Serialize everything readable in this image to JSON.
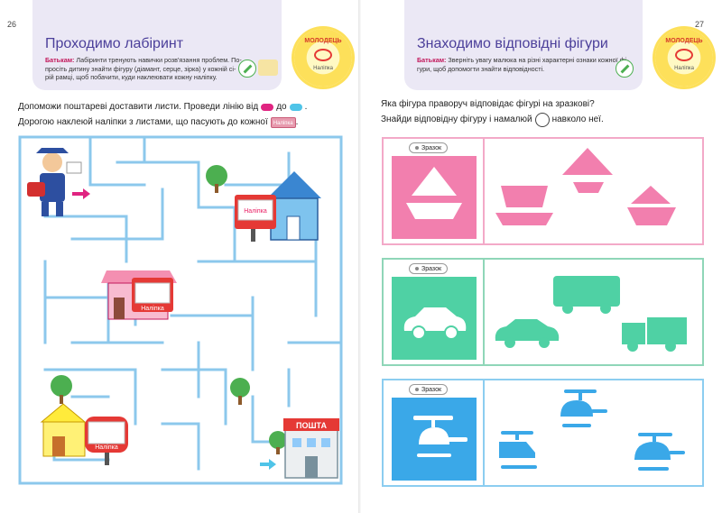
{
  "left_page": {
    "page_number": "26",
    "title": "Проходимо лабіринт",
    "parent_note": {
      "label": "Батькам:",
      "lines": [
        "Лабіринти тренують навички розв'язання проблем. По-",
        "просіть дитину знайти фігуру (діамант, серце, зірка) у кожній сі-",
        "рій рамці, щоб побачити, куди наклеювати кожну наліпку."
      ]
    },
    "badge": {
      "top": "МОЛОДЕЦЬ",
      "bottom": "Наліпка"
    },
    "instruction": {
      "line1_start": "Допоможи поштареві доставити листи. Проведи лінію від",
      "line1_mid": "до",
      "line1_end": ".",
      "line2_start": "Дорогою наклеюй наліпки з листами, що пасують до кожної",
      "line2_end": ".",
      "sticker_word": "Наліпка"
    },
    "maze": {
      "sticker_label": "Наліпка",
      "post_office_sign": "ПОШТА"
    }
  },
  "right_page": {
    "page_number": "27",
    "title": "Знаходимо відповідні фігури",
    "parent_note": {
      "label": "Батькам:",
      "lines": [
        "Зверніть увагу малюка на різні характерні ознаки кожної фі-",
        "гури, щоб допомогти знайти відповідності."
      ]
    },
    "badge": {
      "top": "МОЛОДЕЦЬ",
      "bottom": "Наліпка"
    },
    "instruction": {
      "line1": "Яка фігура праворуч відповідає фігурі на зразкові?",
      "line2_start": "Знайди відповідну фігуру і  намалюй",
      "line2_end": "навколо неї."
    },
    "rows": [
      {
        "tag": "Зразок",
        "border": "#f3a9c8",
        "fill": "#f27fae",
        "subject": "boat"
      },
      {
        "tag": "Зразок",
        "border": "#8fd6b8",
        "fill": "#4fd1a4",
        "subject": "car"
      },
      {
        "tag": "Зразок",
        "border": "#8ccdf0",
        "fill": "#3aa8e8",
        "subject": "helicopter"
      }
    ]
  },
  "colors": {
    "header_bg": "#ebe8f5",
    "title": "#4b3f9a",
    "maze_wall": "#8cc8ec",
    "start_arrow": "#e02481",
    "end_arrow": "#4fc4e8"
  }
}
